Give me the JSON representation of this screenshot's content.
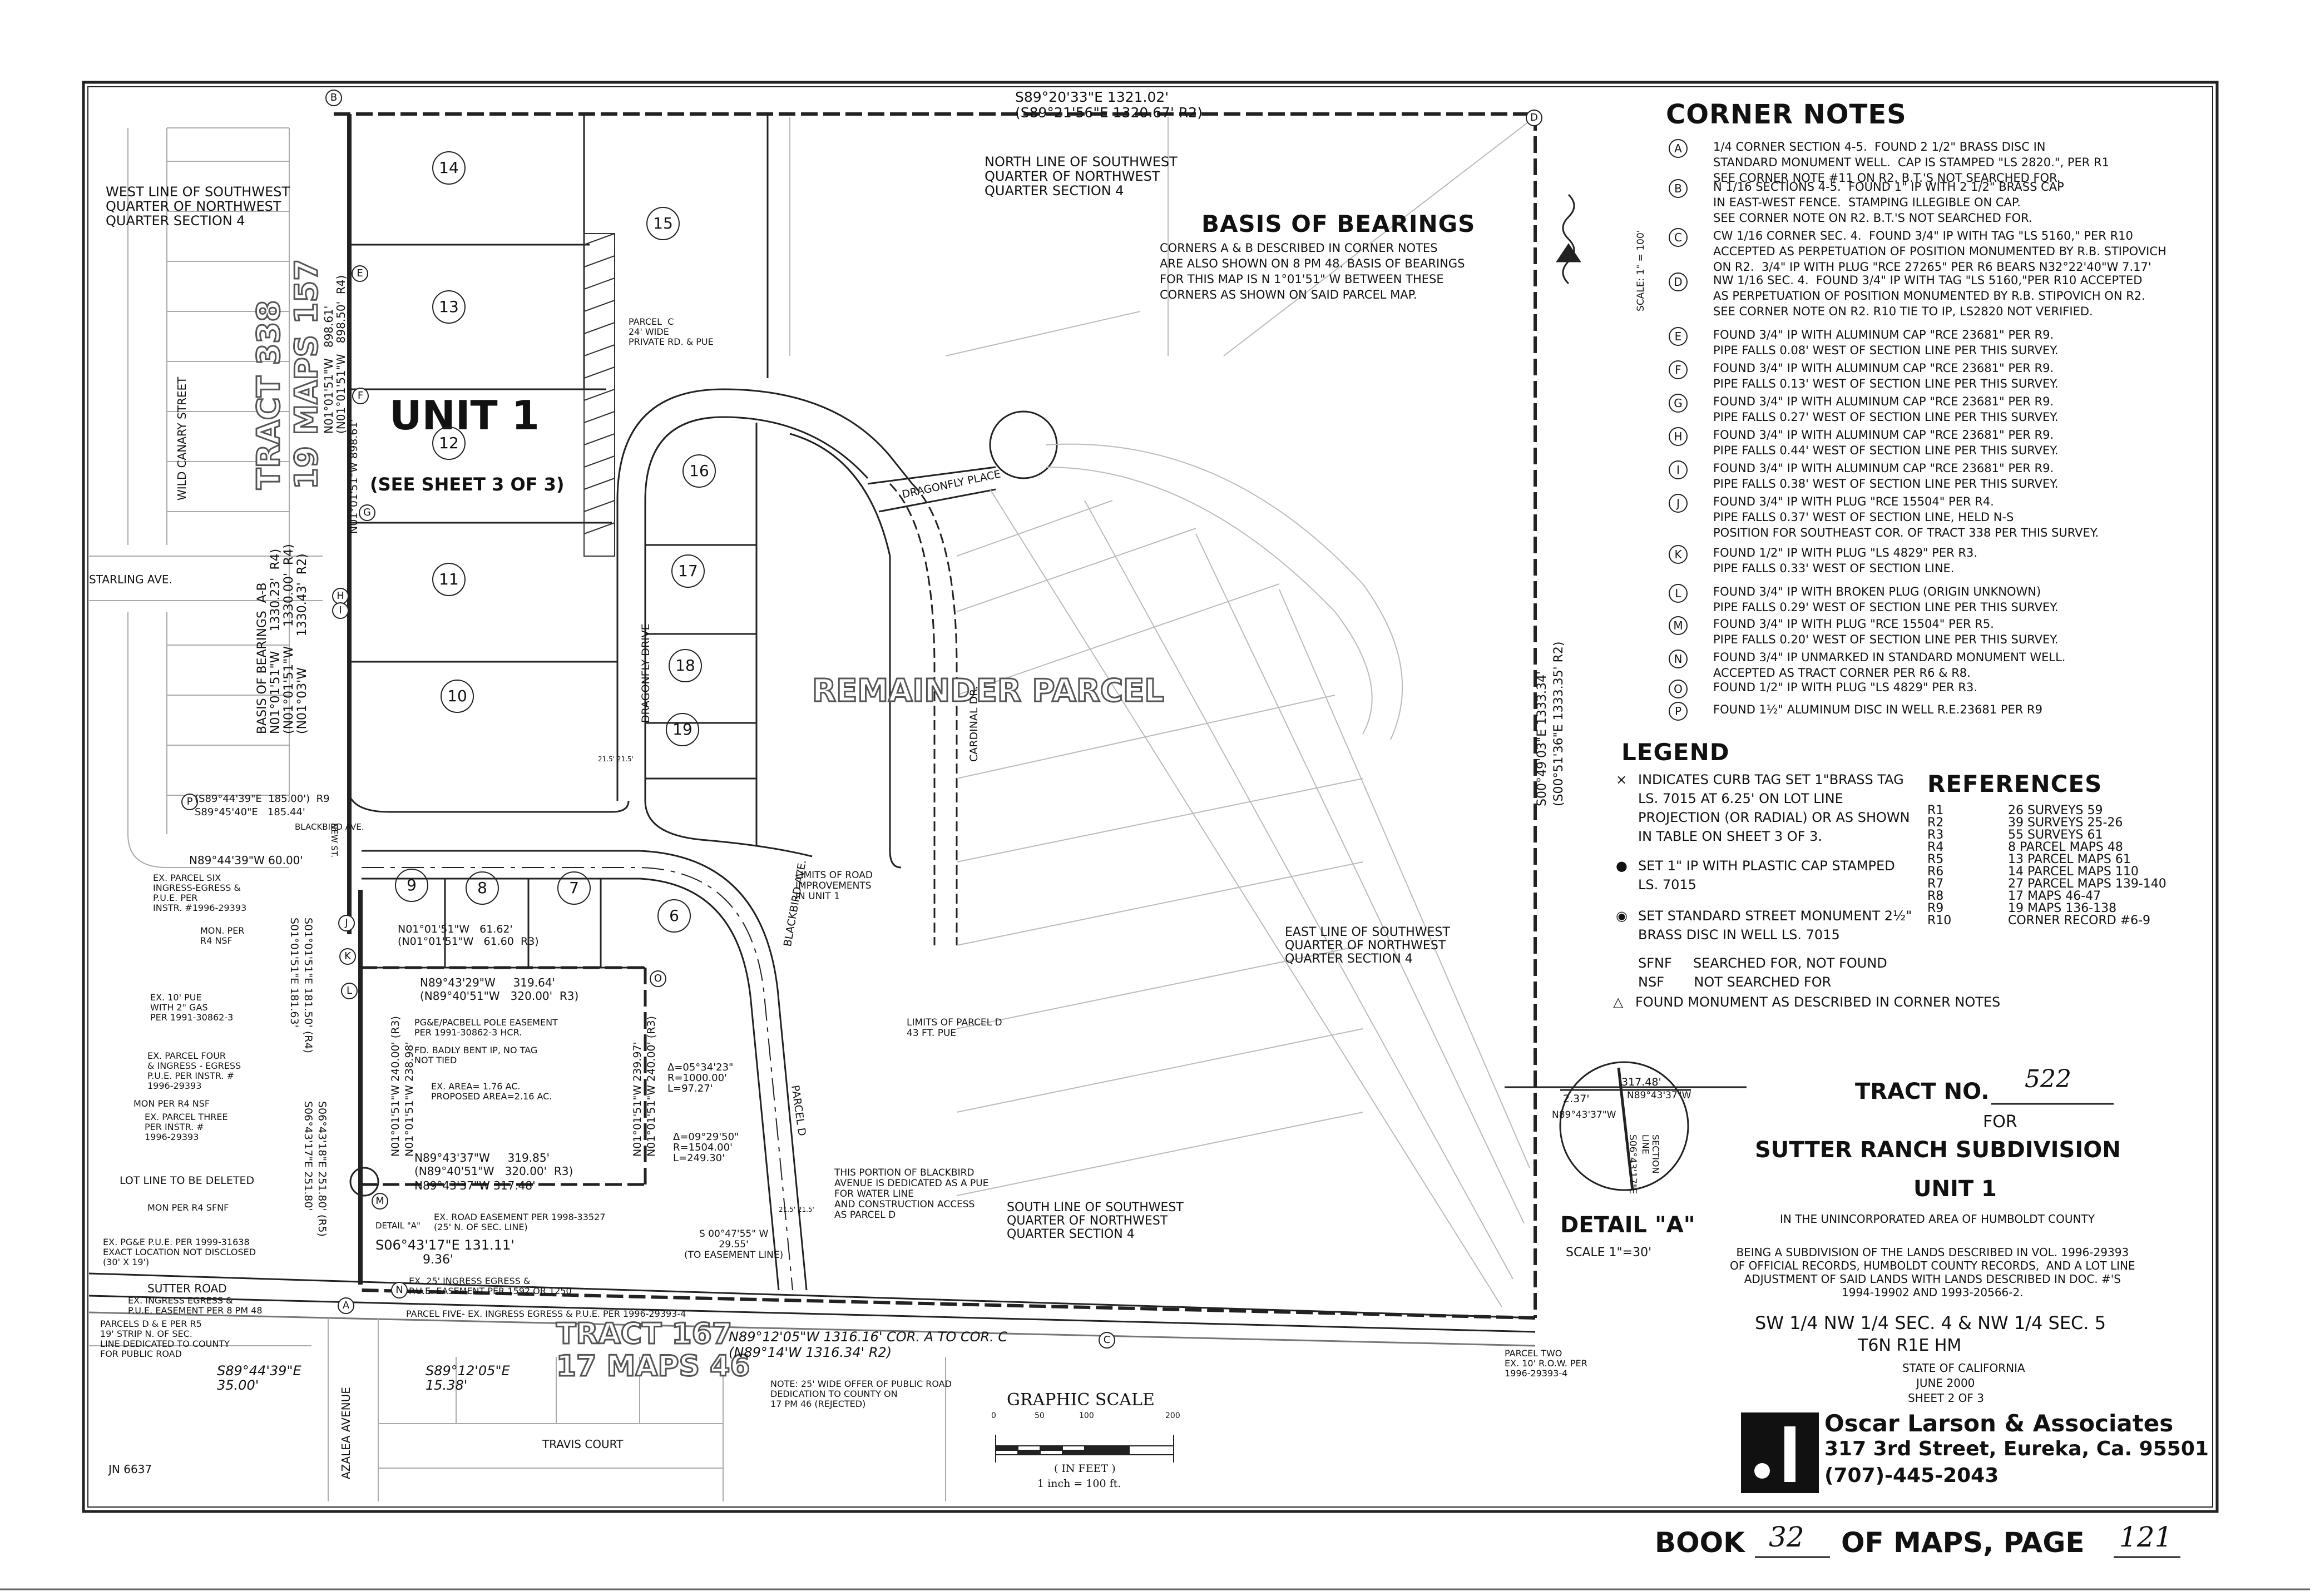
{
  "corner_notes": {
    "title": "CORNER NOTES",
    "items": [
      {
        "letter": "A",
        "text": "1/4 CORNER SECTION 4-5.  FOUND 2 1/2\" BRASS DISC IN\nSTANDARD MONUMENT WELL.  CAP IS STAMPED \"LS 2820.\", PER R1\nSEE CORNER NOTE #11 ON R2. B.T.'S NOT SEARCHED FOR."
      },
      {
        "letter": "B",
        "text": "N 1/16 SECTIONS 4-5.  FOUND 1\" IP WITH 2 1/2\" BRASS CAP\nIN EAST-WEST FENCE.  STAMPING ILLEGIBLE ON CAP.\nSEE CORNER NOTE ON R2. B.T.'S NOT SEARCHED FOR."
      },
      {
        "letter": "C",
        "text": "CW 1/16 CORNER SEC. 4.  FOUND 3/4\" IP WITH TAG \"LS 5160,\" PER R10\nACCEPTED AS PERPETUATION OF POSITION MONUMENTED BY R.B. STIPOVICH\nON R2.  3/4\" IP WITH PLUG \"RCE 27265\" PER R6 BEARS N32°22'40\"W 7.17'"
      },
      {
        "letter": "D",
        "text": "NW 1/16 SEC. 4.  FOUND 3/4\" IP WITH TAG \"LS 5160,\"PER R10 ACCEPTED\nAS PERPETUATION OF POSITION MONUMENTED BY R.B. STIPOVICH ON R2.\nSEE CORNER NOTE ON R2. R10 TIE TO IP, LS2820 NOT VERIFIED."
      },
      {
        "letter": "E",
        "text": "FOUND 3/4\" IP WITH ALUMINUM CAP \"RCE 23681\" PER R9.\nPIPE FALLS 0.08' WEST OF SECTION LINE PER THIS SURVEY."
      },
      {
        "letter": "F",
        "text": "FOUND 3/4\" IP WITH ALUMINUM CAP \"RCE 23681\" PER R9.\nPIPE FALLS 0.13' WEST OF SECTION LINE PER THIS SURVEY."
      },
      {
        "letter": "G",
        "text": "FOUND 3/4\" IP WITH ALUMINUM CAP \"RCE 23681\" PER R9.\nPIPE FALLS 0.27' WEST OF SECTION LINE PER THIS SURVEY."
      },
      {
        "letter": "H",
        "text": "FOUND 3/4\" IP WITH ALUMINUM CAP \"RCE 23681\" PER R9.\nPIPE FALLS 0.44' WEST OF SECTION LINE PER THIS SURVEY."
      },
      {
        "letter": "I",
        "text": "FOUND 3/4\" IP WITH ALUMINUM CAP \"RCE 23681\" PER R9.\nPIPE FALLS 0.38' WEST OF SECTION LINE PER THIS SURVEY."
      },
      {
        "letter": "J",
        "text": "FOUND 3/4\" IP WITH PLUG \"RCE 15504\" PER R4.\nPIPE FALLS 0.37' WEST OF SECTION LINE, HELD N-S\nPOSITION FOR SOUTHEAST COR. OF TRACT 338 PER THIS SURVEY."
      },
      {
        "letter": "K",
        "text": "FOUND 1/2\" IP WITH PLUG \"LS 4829\" PER R3.\nPIPE FALLS 0.33' WEST OF SECTION LINE."
      },
      {
        "letter": "L",
        "text": "FOUND 3/4\" IP WITH BROKEN PLUG (ORIGIN UNKNOWN)\nPIPE FALLS 0.29' WEST OF SECTION LINE PER THIS SURVEY."
      },
      {
        "letter": "M",
        "text": "FOUND 3/4\" IP WITH PLUG \"RCE 15504\" PER R5.\nPIPE FALLS 0.20' WEST OF SECTION LINE PER THIS SURVEY."
      },
      {
        "letter": "N",
        "text": "FOUND 3/4\" IP UNMARKED IN STANDARD MONUMENT WELL.\nACCEPTED AS TRACT CORNER PER R6 & R8."
      },
      {
        "letter": "O",
        "text": "FOUND 1/2\" IP WITH PLUG \"LS 4829\" PER R3."
      },
      {
        "letter": "P",
        "text": "FOUND 1½\" ALUMINUM DISC IN WELL R.E.23681 PER R9"
      }
    ]
  },
  "legend": {
    "title": "LEGEND",
    "items": [
      {
        "symbol": "×",
        "text": "INDICATES CURB TAG SET 1\"BRASS TAG\nLS. 7015 AT 6.25' ON LOT LINE\nPROJECTION (OR RADIAL) OR AS SHOWN\nIN TABLE ON SHEET 3 OF 3."
      },
      {
        "symbol": "●",
        "text": "SET 1\" IP WITH PLASTIC CAP STAMPED\nLS. 7015"
      },
      {
        "symbol": "◉",
        "text": "SET STANDARD STREET MONUMENT 2½\"\nBRASS DISC IN WELL LS. 7015"
      },
      {
        "symbol": "",
        "text": "SFNF     SEARCHED FOR, NOT FOUND\nNSF       NOT SEARCHED FOR"
      },
      {
        "symbol": "△",
        "text": "FOUND MONUMENT AS DESCRIBED IN CORNER NOTES"
      }
    ]
  },
  "references": {
    "title": "REFERENCES",
    "items": [
      {
        "code": "R1",
        "value": "26 SURVEYS 59"
      },
      {
        "code": "R2",
        "value": "39 SURVEYS 25-26"
      },
      {
        "code": "R3",
        "value": "55 SURVEYS 61"
      },
      {
        "code": "R4",
        "value": "8 PARCEL MAPS 48"
      },
      {
        "code": "R5",
        "value": "13 PARCEL MAPS 61"
      },
      {
        "code": "R6",
        "value": "14 PARCEL MAPS 110"
      },
      {
        "code": "R7",
        "value": "27 PARCEL MAPS 139-140"
      },
      {
        "code": "R8",
        "value": "17 MAPS 46-47"
      },
      {
        "code": "R9",
        "value": "19 MAPS 136-138"
      },
      {
        "code": "R10",
        "value": "CORNER RECORD #6-9"
      }
    ]
  },
  "basis": {
    "title": "BASIS OF BEARINGS",
    "text": "CORNERS A & B DESCRIBED IN CORNER NOTES\nARE ALSO SHOWN ON 8 PM 48. BASIS OF BEARINGS\nFOR THIS MAP IS N 1°01'51\" W BETWEEN THESE\nCORNERS AS SHOWN ON SAID PARCEL MAP."
  },
  "title_block": {
    "tract_label": "TRACT NO.",
    "tract_number": "522",
    "for": "FOR",
    "name": "SUTTER RANCH SUBDIVISION",
    "unit": "UNIT 1",
    "area": "IN THE UNINCORPORATED AREA OF HUMBOLDT COUNTY",
    "description": "BEING A SUBDIVISION OF THE LANDS DESCRIBED IN VOL. 1996-29393\nOF OFFICIAL RECORDS, HUMBOLDT COUNTY RECORDS,  AND A LOT LINE\nADJUSTMENT OF SAID LANDS WITH LANDS DESCRIBED IN DOC. #'S\n1994-19902 AND 1993-20566-2.",
    "location": "SW 1/4 NW 1/4 SEC. 4  & NW 1/4 SEC. 5",
    "township": "T6N   R1E   HM",
    "state": "STATE OF CALIFORNIA",
    "date": "JUNE 2000",
    "sheet": "SHEET 2 OF 3"
  },
  "firm": {
    "name": "Oscar Larson & Associates",
    "address": "317 3rd Street, Eureka, Ca. 95501",
    "phone": "(707)-445-2043"
  },
  "detail_a": {
    "title": "DETAIL \"A\"",
    "scale": "SCALE 1\"=30'",
    "dist1": "317.48'",
    "dist2": "2.37'",
    "brg1": "N89°43'37\"W",
    "brg2": "N89°43'37\"W",
    "brg3": "S06°43'17\"E",
    "line_label": "SECTION\nLINE"
  },
  "graphic_scale": {
    "title": "GRAPHIC SCALE",
    "ticks": [
      "0",
      "50",
      "100",
      "200"
    ],
    "unit": "( IN FEET )",
    "ratio": "1 inch = 100 ft."
  },
  "footer": {
    "book_label": "BOOK",
    "book_number": "32",
    "maps_label": "OF MAPS, PAGE",
    "page_number": "121",
    "job": "JN 6637"
  },
  "scale_note": "SCALE: 1\" = 100'",
  "map": {
    "unit_title": "UNIT 1",
    "unit_sub": "(SEE SHEET 3 OF 3)",
    "remainder": "REMAINDER PARCEL",
    "tract_338": "TRACT 338\n19 MAPS 157",
    "tract_167": "TRACT 167\n17 MAPS 46",
    "streets": {
      "wild_canary": "WILD CANARY STREET",
      "starling": "STARLING AVE.",
      "sutter": "SUTTER ROAD",
      "travis": "TRAVIS COURT",
      "azalea": "AZALEA AVENUE",
      "dragonfly_place": "DRAGONFLY PLACE",
      "dragonfly_drive": "DRAGONFLY DRIVE",
      "cardinal": "CARDINAL DR.",
      "blackbird": "BLACKBIRD AVE.",
      "blackbird_short": "BLACKBIRD AVE.",
      "parcel_d": "PARCEL D",
      "new_street": "NEW ST."
    },
    "lots": [
      "14",
      "15",
      "13",
      "12",
      "11",
      "10",
      "16",
      "17",
      "18",
      "19",
      "9",
      "8",
      "7",
      "6"
    ],
    "corners": [
      "A",
      "B",
      "C",
      "D",
      "E",
      "F",
      "G",
      "H",
      "I",
      "J",
      "K",
      "L",
      "M",
      "N",
      "O",
      "P"
    ],
    "annotations": {
      "top_brg1": "S89°20'33\"E     1321.02'",
      "top_brg2": "(S89°21'56\"E     1320.67' R2)",
      "north_line": "NORTH LINE OF SOUTHWEST\nQUARTER OF NORTHWEST\nQUARTER SECTION 4",
      "west_line": "WEST LINE OF SOUTHWEST\nQUARTER OF NORTHWEST\nQUARTER SECTION 4",
      "east_line": "EAST LINE OF SOUTHWEST\nQUARTER OF NORTHWEST\nQUARTER SECTION 4",
      "south_line": "SOUTH LINE OF SOUTHWEST\nQUARTER OF NORTHWEST\nQUARTER SECTION 4",
      "east_brg": "S00°49'03\"E     1333.34'",
      "east_brg2": "(S00°51'36\"E     1333.35' R2)",
      "basis_line": "BASIS OF BEARINGS  A-B\nN01°01'51\"W     1330.23'  R4)\n(N01°01'51\"W     1330.00'  R4)\n(N01°03'W        1330.43'  R2)",
      "west_upper": "N01°01'51\"W   898.61'\n(N01°01'51\"W   898.50'  R4)",
      "parcel_c": "PARCEL  C\n24' WIDE\nPRIVATE RD. & PUE",
      "limits_road": "LIMITS OF ROAD\nIMPROVEMENTS\nIN UNIT 1",
      "limits_parcel_d": "LIMITS OF PARCEL D\n43 FT. PUE",
      "curve1": "Δ=05°34'23\"\nR=1000.00'\nL=97.27'",
      "curve2": "Δ=09°29'50\"\nR=1504.00'\nL=249.30'",
      "blackbird_note": "THIS PORTION OF BLACKBIRD\nAVENUE IS DEDICATED AS A PUE\nFOR WATER LINE\nAND CONSTRUCTION ACCESS\nAS PARCEL D",
      "easement_line": "S 00°47'55\" W\n29.55'\n(TO EASEMENT LINE)",
      "brg_p": "(S89°44'39\"E  185.00')  R9\nS89°45'40\"E   185.44'",
      "brg_60": "N89°44'39\"W    60.00'",
      "parcel_six": "EX. PARCEL SIX\nINGRESS-EGRESS &\nP.U.E. PER\nINSTR. #1996-29393",
      "mon_r4": "MON. PER\nR4 NSF",
      "brg_6162": "N01°01'51\"W   61.62'\n(N01°01'51\"W   61.60  R3)",
      "pue_10": "EX. 10' PUE\nWITH 2\" GAS\nPER 1991-30862-3",
      "brg_31964": "N89°43'29\"W     319.64'\n(N89°40'51\"W   320.00'  R3)",
      "pge": "PG&E/PACBELL POLE EASEMENT\nPER 1991-30862-3 HCR.",
      "bent_ip": "FD. BADLY BENT IP, NO TAG\nNOT TIED",
      "area": "EX. AREA= 1.76 AC.\nPROPOSED AREA=2.16 AC.",
      "parcel_four": "EX. PARCEL FOUR\n& INGRESS - EGRESS\nP.U.E. PER INSTR. #\n1996-29393",
      "mon_r4_nsf": "MON PER R4 NSF",
      "parcel_three": "EX. PARCEL THREE\nPER INSTR. #\n1996-29393",
      "brg_31985": "N89°43'37\"W     319.85'\n(N89°40'51\"W   320.00'  R3)",
      "brg_31748": "N89°43'37\"W      317.48'",
      "lot_line_deleted": "LOT LINE TO BE DELETED",
      "mon_r4_sfnf": "MON PER R4 SFNF",
      "detail_label": "DETAIL \"A\"",
      "road_easement": "EX. ROAD EASEMENT PER 1998-33527\n(25' N. OF SEC. LINE)",
      "pge_pue": "EX. PG&E P.U.E. PER 1999-31638\nEXACT LOCATION NOT DISCLOSED\n(30' X 19')",
      "brg_13111": "S06°43'17\"E  131.11'",
      "brg_936": "9.36'",
      "ingress_r8": "EX. INGRESS EGRESS &\nP.U.E. EASEMENT PER 8 PM 48",
      "ingress_25": "EX. 25' INGRESS EGRESS &\nP.U.E. EASEMENT PER 1592 OR 1250",
      "parcel_five": "PARCEL FIVE- EX. INGRESS EGRESS  & P.U.E. PER 1996-29393-4",
      "parcels_de": "PARCELS D & E PER R5\n19' STRIP N. OF SEC.\nLINE DEDICATED TO COUNTY\nFOR PUBLIC ROAD",
      "brg_3500": "S89°44'39\"E\n35.00'",
      "brg_1538": "S89°12'05\"E\n15.38'",
      "south_brg": "N89°12'05\"W    1316.16'   COR.  A  TO COR.  C",
      "south_brg2": "(N89°14'W       1316.34'  R2)",
      "note_25": "NOTE: 25' WIDE OFFER OF PUBLIC ROAD\nDEDICATION TO COUNTY ON\n17 PM 46 (REJECTED)",
      "parcel_two": "PARCEL TWO\nEX. 10' R.O.W. PER\n1996-29393-4",
      "w_brg_24000": "N01°01'51\"W   240.00'  (R3)",
      "w_brg_23898": "N01°01'51\"W   238.98'",
      "e_brg_24000": "N01°01'51\"W   240.00'  (R3)",
      "e_brg_23897": "N01°01'51\"W   239.97'",
      "sw_brg1": "S01°01'51\"E   181.63'",
      "sw_brg2": "S01°01'51\"E   181.50'  (R4)",
      "sw_brg3": "S06°43'17\"E   251.80'",
      "sw_brg4": "S06°43'18\"E   251.80'  (R5)",
      "upper_w_brg": "N01°01'51\"W   898.61'",
      "rr": "21.5' 21.5'"
    }
  }
}
